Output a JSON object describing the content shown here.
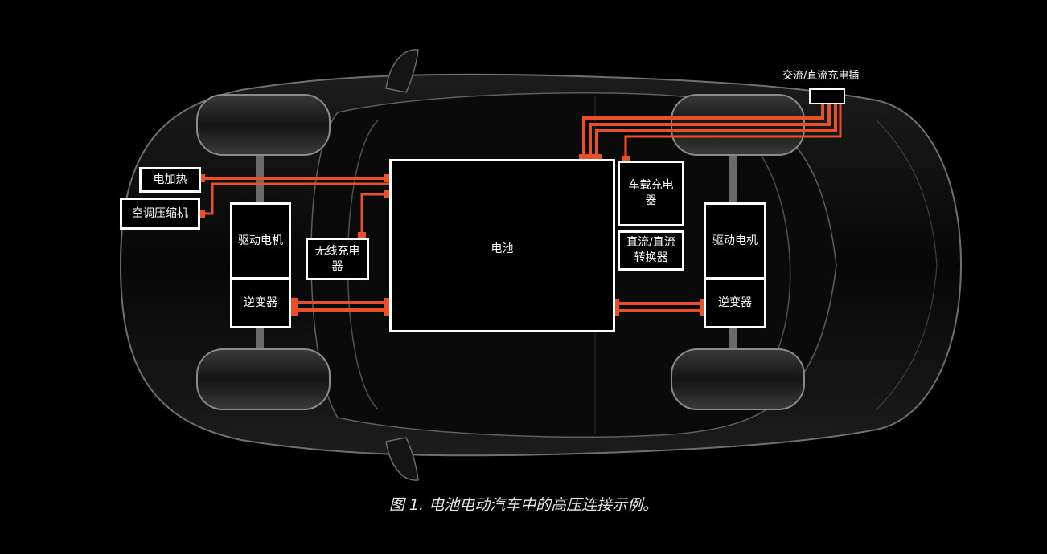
{
  "diagram": {
    "title_label": "交流/直流充电插",
    "components": {
      "heater": "电加热",
      "ac_compressor": "空调压缩机",
      "front_motor": "驱动电机",
      "front_inverter": "逆变器",
      "wireless_charger": "无线充电器",
      "battery": "电池",
      "onboard_charger": "车载充电器",
      "dcdc": "直流/直流转换器",
      "rear_motor": "驱动电机",
      "rear_inverter": "逆变器"
    },
    "colors": {
      "background": "#000000",
      "cable": "#E8502A",
      "box_border": "#FFFFFF",
      "car_outline": "#8A8A8A"
    }
  },
  "caption": "图 1. 电池电动汽车中的高压连接示例。"
}
